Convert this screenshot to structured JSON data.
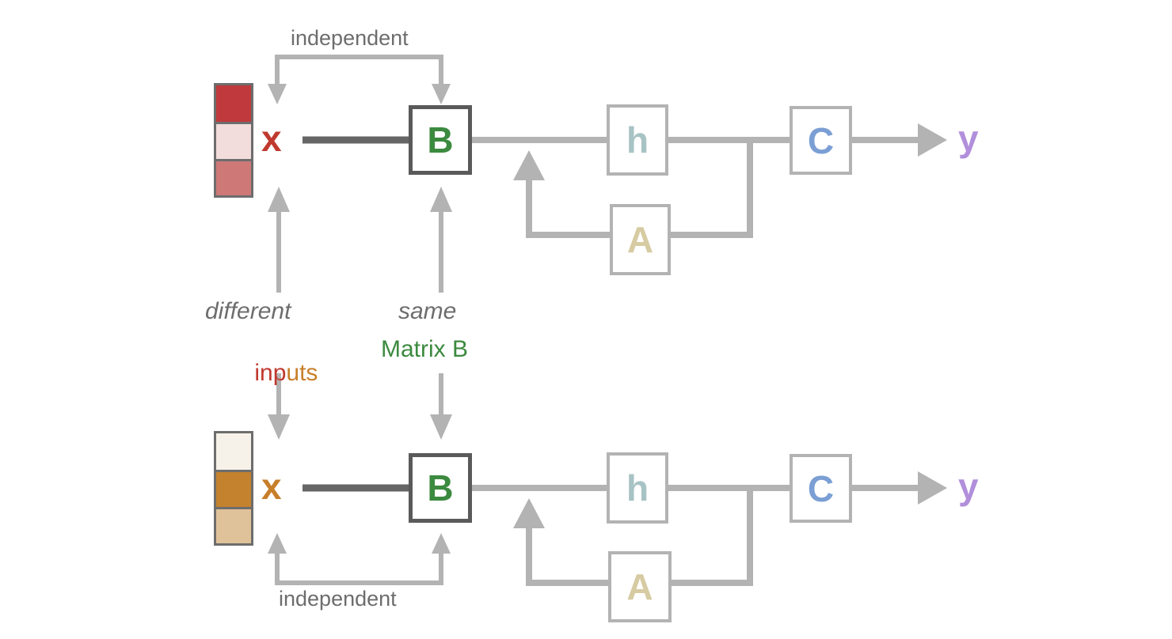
{
  "diagram": {
    "title": "Shared Matrix B across independent input sequences",
    "background": "#ffffff",
    "wire_color": "#b3b3b3",
    "strong_wire_color": "#666666",
    "box_border_color": "#b3b3b3",
    "b_border_color": "#5a5a5a"
  },
  "labels": {
    "independent_top": "independent",
    "independent_bottom": "independent",
    "different": "different",
    "inputs": "inputs",
    "inputs_part_1": "inp",
    "inputs_part_2": "uts",
    "same": "same",
    "matrix_b": "Matrix B"
  },
  "colors": {
    "red": "#c0392f",
    "orange": "#c87f2a",
    "green": "#3c8a3f",
    "gray_text": "#6d6d6d",
    "purple": "#b18fdb",
    "blue": "#7b9fd4",
    "teal": "#a8c3c4",
    "tan": "#d6cba2",
    "wire": "#b3b3b3",
    "dark_wire": "#666666"
  },
  "rows": [
    {
      "id": "row-top",
      "input_vector": {
        "name": "x",
        "label": "x",
        "label_color": "#c0392f",
        "cells": [
          {
            "index": 0,
            "color": "#c0393c"
          },
          {
            "index": 1,
            "color": "#f2dcdc"
          },
          {
            "index": 2,
            "color": "#cf7878"
          }
        ]
      },
      "nodes": [
        {
          "id": "B",
          "label": "B",
          "color": "#3c8a3f",
          "border": "#5a5a5a"
        },
        {
          "id": "h",
          "label": "h",
          "color": "#a8c3c4",
          "border": "#b3b3b3"
        },
        {
          "id": "A",
          "label": "A",
          "color": "#d6cba2",
          "border": "#b3b3b3"
        },
        {
          "id": "C",
          "label": "C",
          "color": "#7b9fd4",
          "border": "#b3b3b3"
        }
      ],
      "output": {
        "label": "y",
        "color": "#b18fdb"
      },
      "bracket_label": "independent",
      "bracket_position": "above"
    },
    {
      "id": "row-bottom",
      "input_vector": {
        "name": "x",
        "label": "x",
        "label_color": "#c87f2a",
        "cells": [
          {
            "index": 0,
            "color": "#f7f2e9"
          },
          {
            "index": 1,
            "color": "#c4822e"
          },
          {
            "index": 2,
            "color": "#e0c29a"
          }
        ]
      },
      "nodes": [
        {
          "id": "B",
          "label": "B",
          "color": "#3c8a3f",
          "border": "#5a5a5a"
        },
        {
          "id": "h",
          "label": "h",
          "color": "#a8c3c4",
          "border": "#b3b3b3"
        },
        {
          "id": "A",
          "label": "A",
          "color": "#d6cba2",
          "border": "#b3b3b3"
        },
        {
          "id": "C",
          "label": "C",
          "color": "#7b9fd4",
          "border": "#b3b3b3"
        }
      ],
      "output": {
        "label": "y",
        "color": "#b18fdb"
      },
      "bracket_label": "independent",
      "bracket_position": "below"
    }
  ],
  "connectors": {
    "different_inputs_caption_top": "different",
    "different_inputs_caption_bottom": "inputs",
    "same_matrix_caption_top": "same",
    "same_matrix_caption_bottom": "Matrix B"
  }
}
